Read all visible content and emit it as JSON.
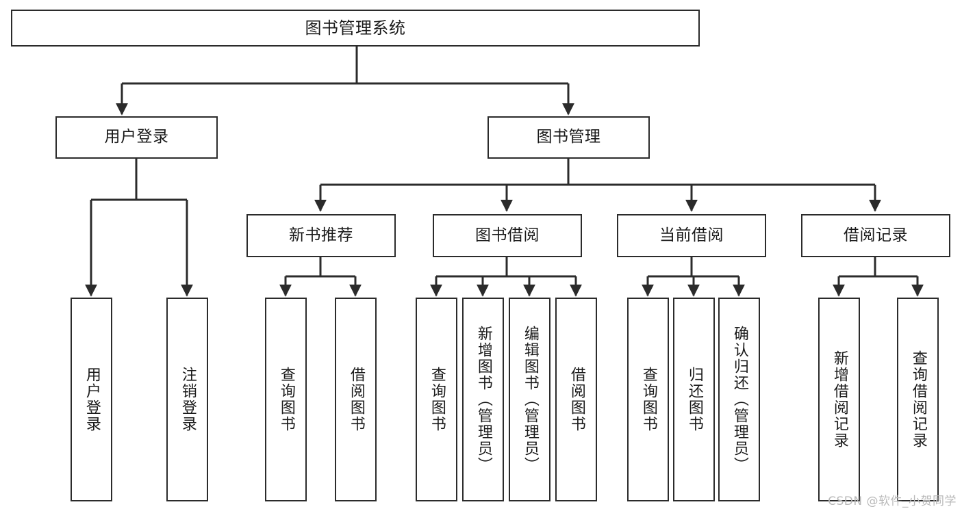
{
  "diagram": {
    "title": "图书管理系统",
    "type": "tree",
    "watermark": "CSDN @软件_小贺同学",
    "colors": {
      "stroke": "#2b2b2b",
      "fill": "#ffffff",
      "text": "#1a1a1a",
      "watermark": "#b9b9b9"
    },
    "levels": {
      "level1": "图书管理系统",
      "level2": [
        "用户登录",
        "图书管理"
      ],
      "level3": [
        "新书推荐",
        "图书借阅",
        "当前借阅",
        "借阅记录"
      ]
    },
    "nodes": {
      "root": {
        "label": "图书管理系统"
      },
      "user_login": {
        "label": "用户登录"
      },
      "book_manage": {
        "label": "图书管理"
      },
      "new_book_rec": {
        "label": "新书推荐"
      },
      "book_borrow": {
        "label": "图书借阅"
      },
      "current_borrow": {
        "label": "当前借阅"
      },
      "borrow_record": {
        "label": "借阅记录"
      },
      "leaf_user_login": {
        "label": "用户登录"
      },
      "leaf_user_logout": {
        "label": "注销登录"
      },
      "leaf_query_book_1": {
        "label": "查询图书"
      },
      "leaf_borrow_book_1": {
        "label": "借阅图书"
      },
      "leaf_query_book_2": {
        "label": "查询图书"
      },
      "leaf_add_book": {
        "label": "新增图书（管理员）"
      },
      "leaf_edit_book": {
        "label": "编辑图书（管理员）"
      },
      "leaf_borrow_book_2": {
        "label": "借阅图书"
      },
      "leaf_query_book_3": {
        "label": "查询图书"
      },
      "leaf_return_book": {
        "label": "归还图书"
      },
      "leaf_confirm_return": {
        "label": "确认归还（管理员）"
      },
      "leaf_add_record": {
        "label": "新增借阅记录"
      },
      "leaf_query_record": {
        "label": "查询借阅记录"
      }
    }
  }
}
